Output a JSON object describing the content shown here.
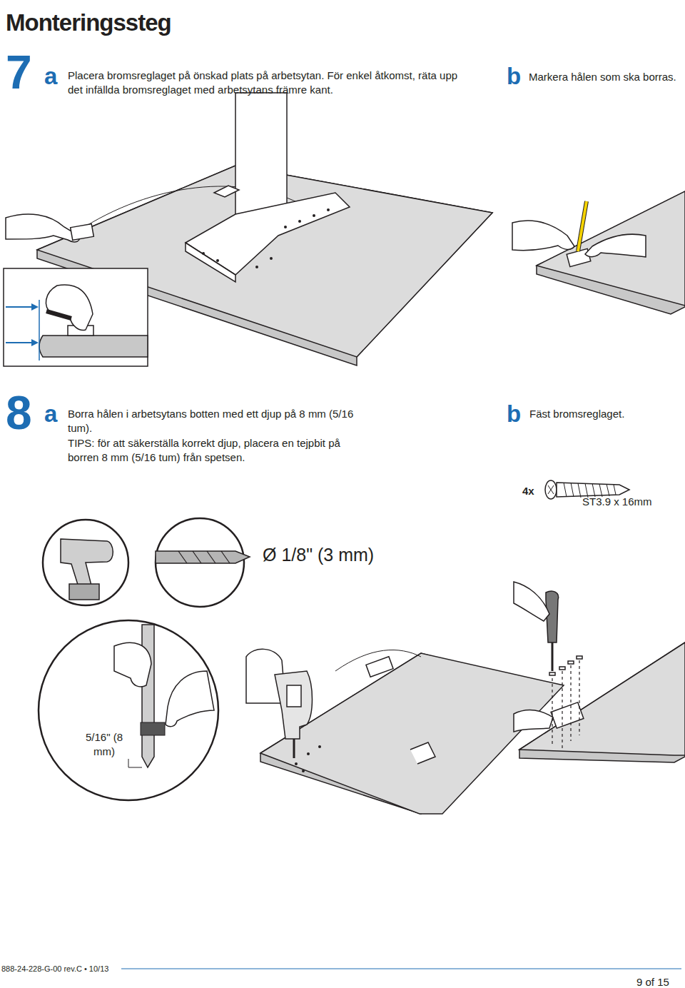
{
  "diagram": {
    "title": "Monteringssteg",
    "labels": [
      "7",
      "a",
      "Placera bromsreglaget på önskad plats på arbetsytan. För enkel åtkomst, räta upp det infällda bromsreglaget med arbetsytans främre kant.",
      "b",
      "Markera hålen som ska borras.",
      "8",
      "a",
      "Borra hålen i arbetsytans botten med ett djup på 8 mm (5/16 tum).",
      "TIPS: för att säkerställa korrekt djup, placera en tejpbit på borren 8 mm (5/16 tum) från spetsen.",
      "b",
      "Fäst bromsreglaget.",
      "4x",
      "ST3.9 x 16mm",
      "Ø 1/8\" (3 mm)",
      "5/16\" (8 mm)",
      "888-24-228-G-00 rev.C • 10/13",
      "9 of 15"
    ]
  }
}
